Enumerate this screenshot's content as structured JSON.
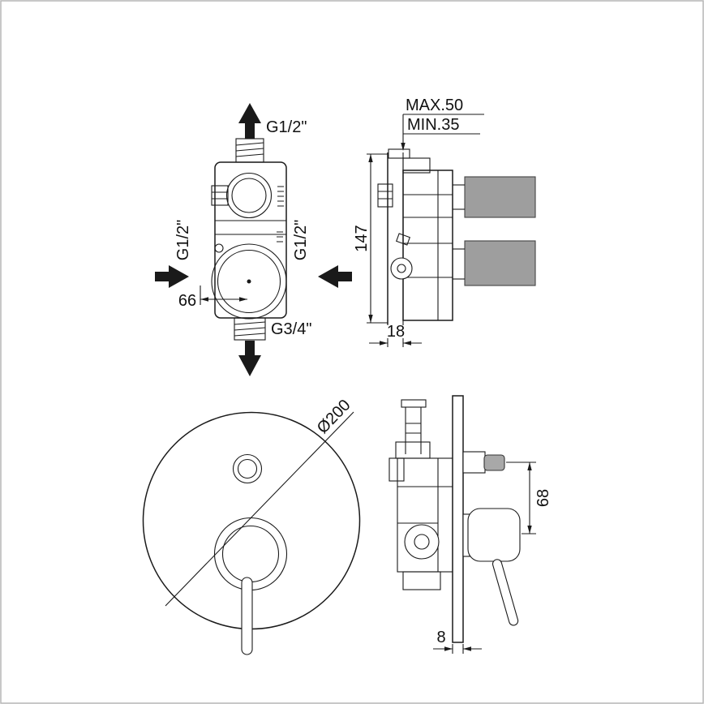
{
  "colors": {
    "background": "#ffffff",
    "line": "#1a1a1a",
    "bracket_fill": "#9e9e9e",
    "knob_fill": "#a8a8a8"
  },
  "views": {
    "valve_front": {
      "label_top": "G1/2\"",
      "label_left": "G1/2\"",
      "label_right": "G1/2\"",
      "label_bottom": "G3/4\"",
      "dim_width": "66"
    },
    "valve_side": {
      "dim_depth_max": "MAX.50",
      "dim_depth_min": "MIN.35",
      "dim_height": "147",
      "dim_box_depth": "18"
    },
    "plate_front": {
      "dim_diameter": "Ø200"
    },
    "assembly_side": {
      "dim_handle_spacing": "68",
      "dim_plate_thickness": "8"
    }
  }
}
